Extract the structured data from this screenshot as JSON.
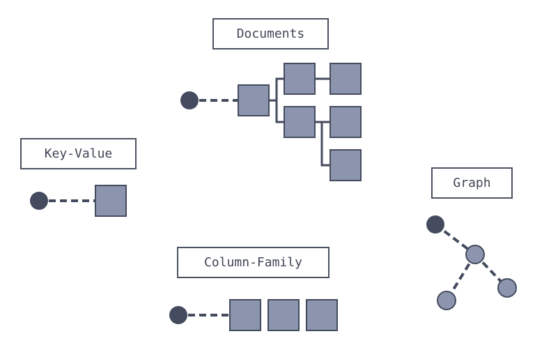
{
  "labels": {
    "documents": "Documents",
    "key_value": "Key-Value",
    "graph": "Graph",
    "column_family": "Column-Family"
  },
  "colors": {
    "node_dark": "#444b5e",
    "box_fill": "#8c95ad",
    "line": "#444b5e",
    "label_border": "#4a5160",
    "label_text": "#3e4554"
  }
}
